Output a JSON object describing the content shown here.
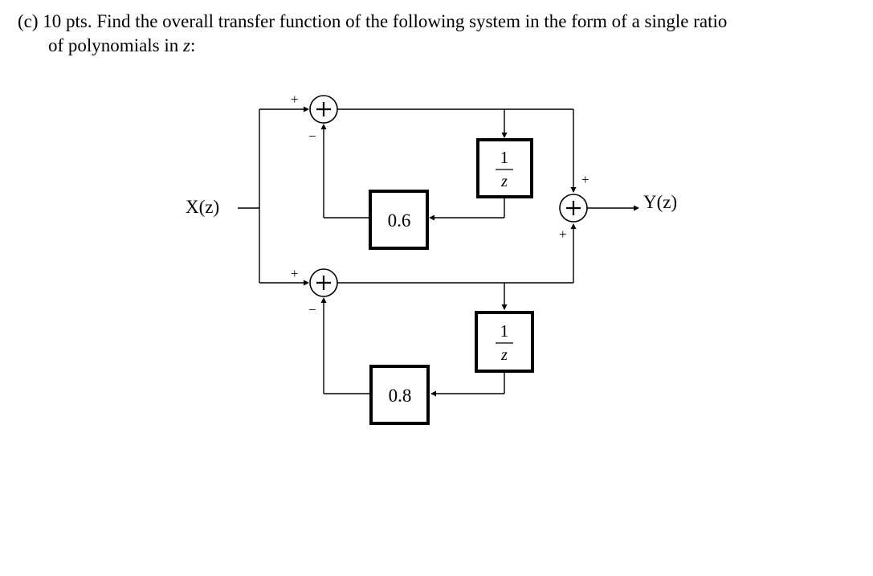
{
  "problem": {
    "label": "(c)",
    "points": "10 pts.",
    "text_line1": "Find the overall transfer function of the following system in the form of a single ratio",
    "text_line2_prefix": "of polynomials in ",
    "text_line2_var": "z",
    "text_line2_suffix": ":"
  },
  "diagram": {
    "input_label": "X(z)",
    "output_label": "Y(z)",
    "sum_symbol": "+",
    "sign_plus": "+",
    "sign_minus": "−",
    "top_gain": "0.6",
    "bottom_gain": "0.8",
    "delay_numerator": "1",
    "delay_denominator": "z"
  }
}
